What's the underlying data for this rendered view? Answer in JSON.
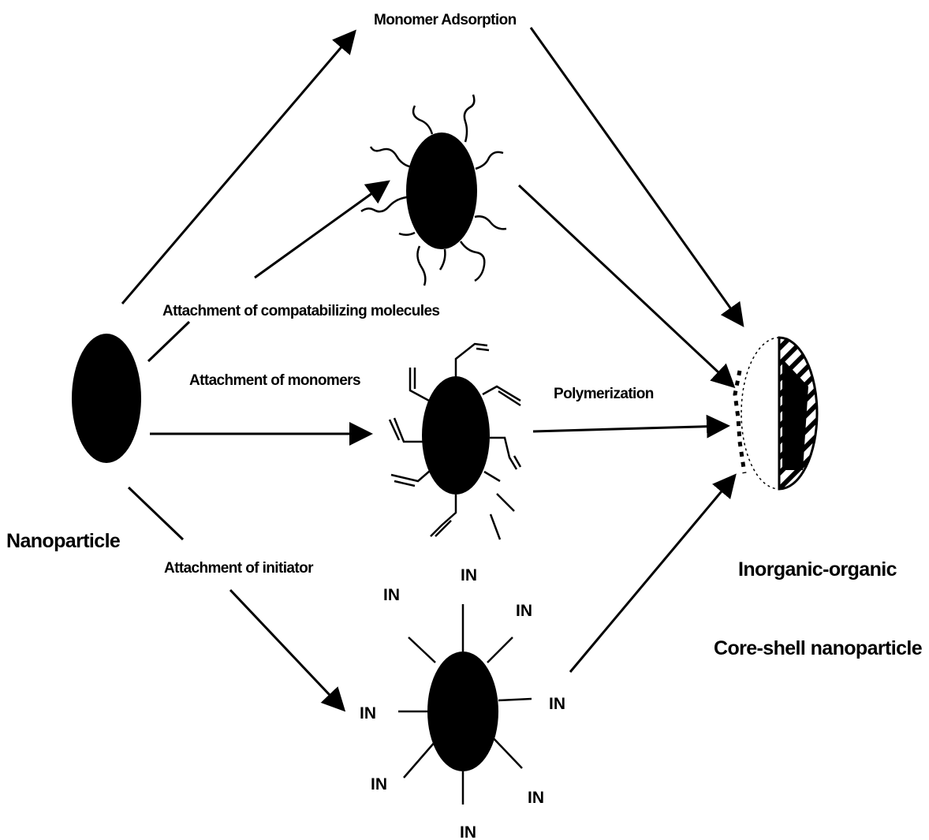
{
  "labels": {
    "monomer_adsorption": "Monomer Adsorption",
    "attachment_compat": "Attachment of compatabilizing molecules",
    "attachment_monomers": "Attachment of monomers",
    "polymerization": "Polymerization",
    "nanoparticle": "Nanoparticle",
    "attachment_initiator": "Attachment of initiator",
    "result_line1": "Inorganic-organic",
    "result_line2": "Core-shell nanoparticle"
  },
  "initiator_label": "IN",
  "colors": {
    "ink": "#000000",
    "background": "#ffffff"
  }
}
